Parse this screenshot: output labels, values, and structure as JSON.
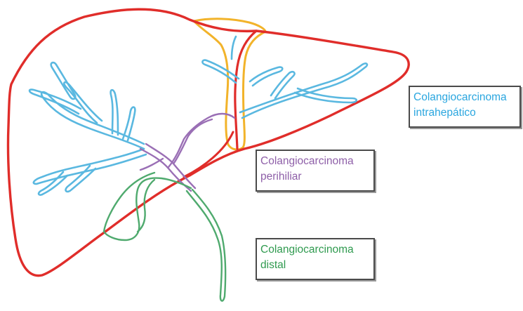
{
  "colors": {
    "liver_outline": "#e02d2a",
    "gallbladder": "#f2b32a",
    "intrahepatic_ducts": "#5ab8e0",
    "perihilar_ducts": "#9a6fb5",
    "distal_duct": "#4faa6e",
    "label_border": "#4a4a4a"
  },
  "labels": {
    "intrahepatic": {
      "line1": "Colangiocarcinoma",
      "line2": "intrahepático",
      "color": "#2aa6df"
    },
    "perihilar": {
      "line1": "Colangiocarcinoma",
      "line2": "perihiliar",
      "color": "#8e5fa8"
    },
    "distal": {
      "line1": "Colangiocarcinoma",
      "line2": "distal",
      "color": "#2f9a4f"
    }
  }
}
